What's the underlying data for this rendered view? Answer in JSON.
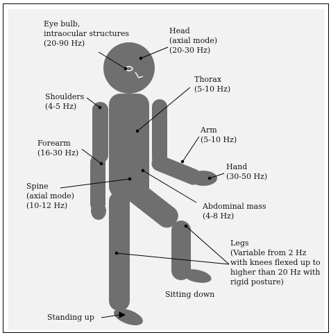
{
  "colors": {
    "body_fill": "#6f6f6f",
    "panel_bg": "#f2f2f2",
    "line": "#000000",
    "text": "#111111"
  },
  "labels": {
    "eye": [
      "Eye bulb,",
      "intraocular structures",
      "(20-90 Hz)"
    ],
    "head": [
      "Head",
      "(axial mode)",
      "(20-30 Hz)"
    ],
    "thorax": [
      "Thorax",
      "(5-10 Hz)"
    ],
    "shoulders": [
      "Shoulders",
      "(4-5 Hz)"
    ],
    "arm": [
      "Arm",
      "(5-10 Hz)"
    ],
    "forearm": [
      "Forearm",
      "(16-30 Hz)"
    ],
    "hand": [
      "Hand",
      "(30-50 Hz)"
    ],
    "spine": [
      "Spine",
      "(axial mode)",
      "(10-12 Hz)"
    ],
    "abdominal": [
      "Abdominal mass",
      "(4-8 Hz)"
    ],
    "legs": [
      "Legs",
      "(Variable from 2 Hz",
      "with knees flexed up to",
      "higher than 20 Hz with",
      "rigid posture)"
    ],
    "sitting": "Sitting down",
    "standing": "Standing up"
  }
}
